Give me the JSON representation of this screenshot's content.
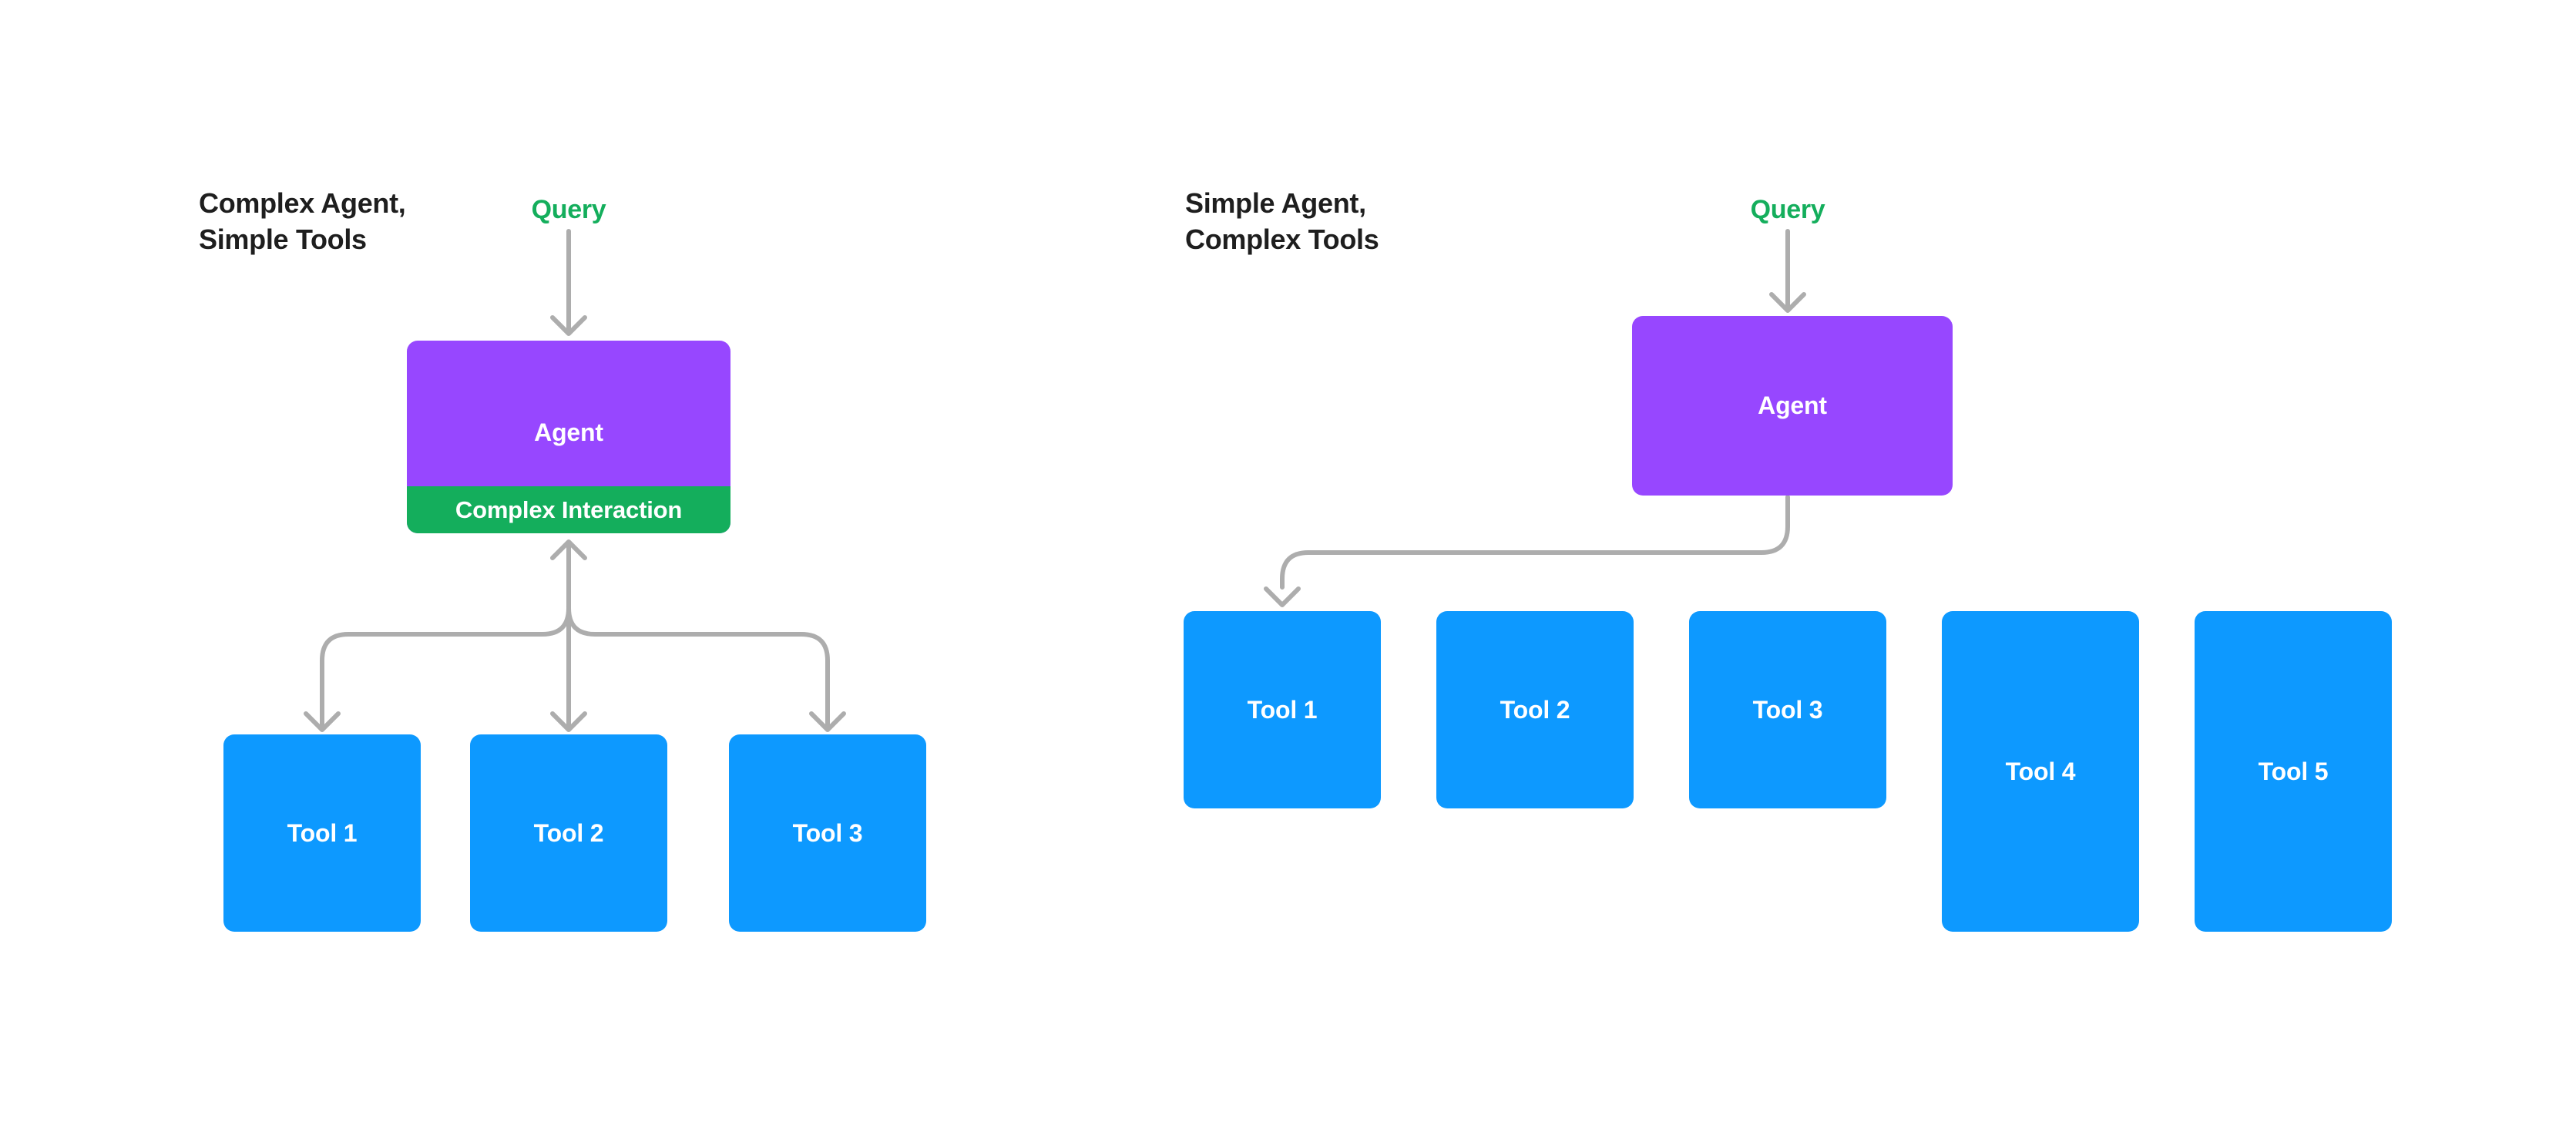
{
  "colors": {
    "bg": "#FFFFFF",
    "purple": "#9747FF",
    "green": "#14AE5C",
    "blue": "#0D99FF",
    "arrow": "#ADADAD",
    "ink": "#1E1E1E",
    "node-label": "#FFFFFF"
  },
  "left": {
    "title_line1": "Complex Agent,",
    "title_line2": "Simple Tools",
    "query": "Query",
    "agent": "Agent",
    "interaction": "Complex Interaction",
    "tools": [
      "Tool 1",
      "Tool 2",
      "Tool 3"
    ]
  },
  "right": {
    "title_line1": "Simple Agent,",
    "title_line2": "Complex Tools",
    "query": "Query",
    "agent": "Agent",
    "tools": [
      "Tool 1",
      "Tool 2",
      "Tool 3",
      "Tool 4",
      "Tool 5"
    ]
  }
}
